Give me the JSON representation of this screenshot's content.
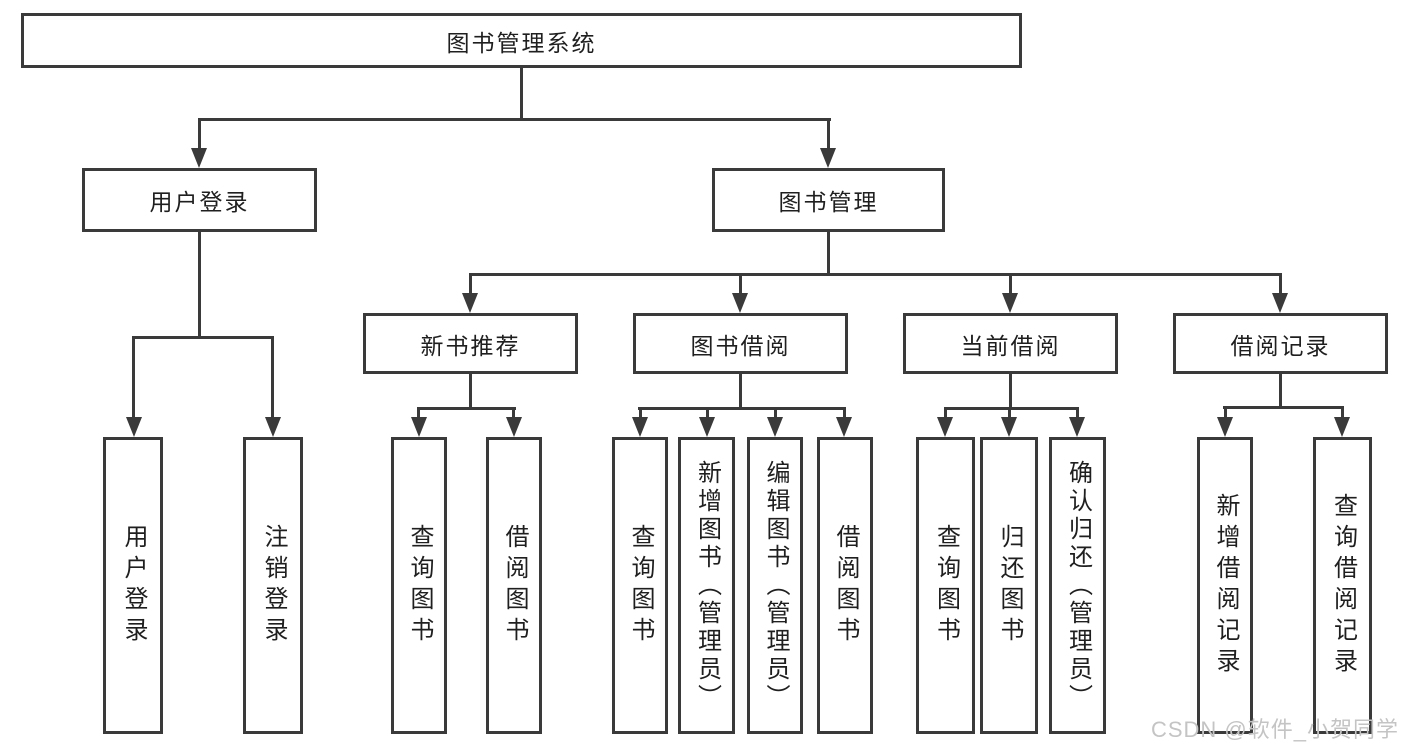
{
  "colors": {
    "line": "#3a3a3a",
    "text": "#1f1f1f",
    "background": "#ffffff",
    "watermark": "#c4c4c4"
  },
  "nodes": {
    "root": "图书管理系统",
    "user_login": "用户登录",
    "book_mgmt": "图书管理",
    "new_book_rec": "新书推荐",
    "book_borrow": "图书借阅",
    "current_borrow": "当前借阅",
    "borrow_records": "借阅记录",
    "leaf_user_login": "用户登录",
    "leaf_logout": "注销登录",
    "leaf_query_books_a": "查询图书",
    "leaf_borrow_books_a": "借阅图书",
    "leaf_query_books_b": "查询图书",
    "leaf_add_books_admin": "新增图书（管理员）",
    "leaf_edit_books_admin": "编辑图书（管理员）",
    "leaf_borrow_books_b": "借阅图书",
    "leaf_query_books_c": "查询图书",
    "leaf_return_books": "归还图书",
    "leaf_confirm_return_admin": "确认归还（管理员）",
    "leaf_add_borrow_record": "新增借阅记录",
    "leaf_query_borrow_record": "查询借阅记录"
  },
  "watermark": "CSDN @软件_小贺同学"
}
